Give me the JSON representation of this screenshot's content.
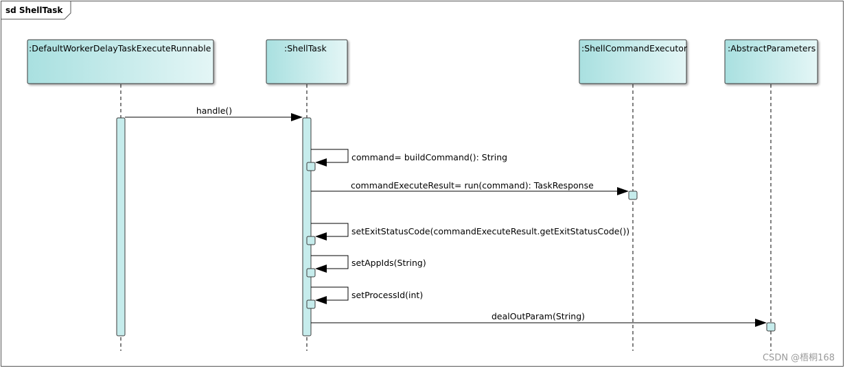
{
  "frame": {
    "label": "sd ShellTask"
  },
  "lifelines": [
    {
      "name": ":DefaultWorkerDelayTaskExecuteRunnable"
    },
    {
      "name": ":ShellTask"
    },
    {
      "name": ":ShellCommandExecutor"
    },
    {
      "name": ":AbstractParameters"
    }
  ],
  "messages": [
    {
      "label": "handle()",
      "from": 0,
      "to": 1
    },
    {
      "label": "command= buildCommand(): String",
      "from": 1,
      "to": 1
    },
    {
      "label": "commandExecuteResult= run(command): TaskResponse",
      "from": 1,
      "to": 2
    },
    {
      "label": "setExitStatusCode(commandExecuteResult.getExitStatusCode())",
      "from": 1,
      "to": 1
    },
    {
      "label": "setAppIds(String)",
      "from": 1,
      "to": 1
    },
    {
      "label": "setProcessId(int)",
      "from": 1,
      "to": 1
    },
    {
      "label": "dealOutParam(String)",
      "from": 1,
      "to": 3
    }
  ],
  "watermark": "CSDN @梧桐168",
  "colors": {
    "box_fill": "#c6ecec",
    "box_stroke": "#3a3a3a",
    "line": "#000000"
  }
}
